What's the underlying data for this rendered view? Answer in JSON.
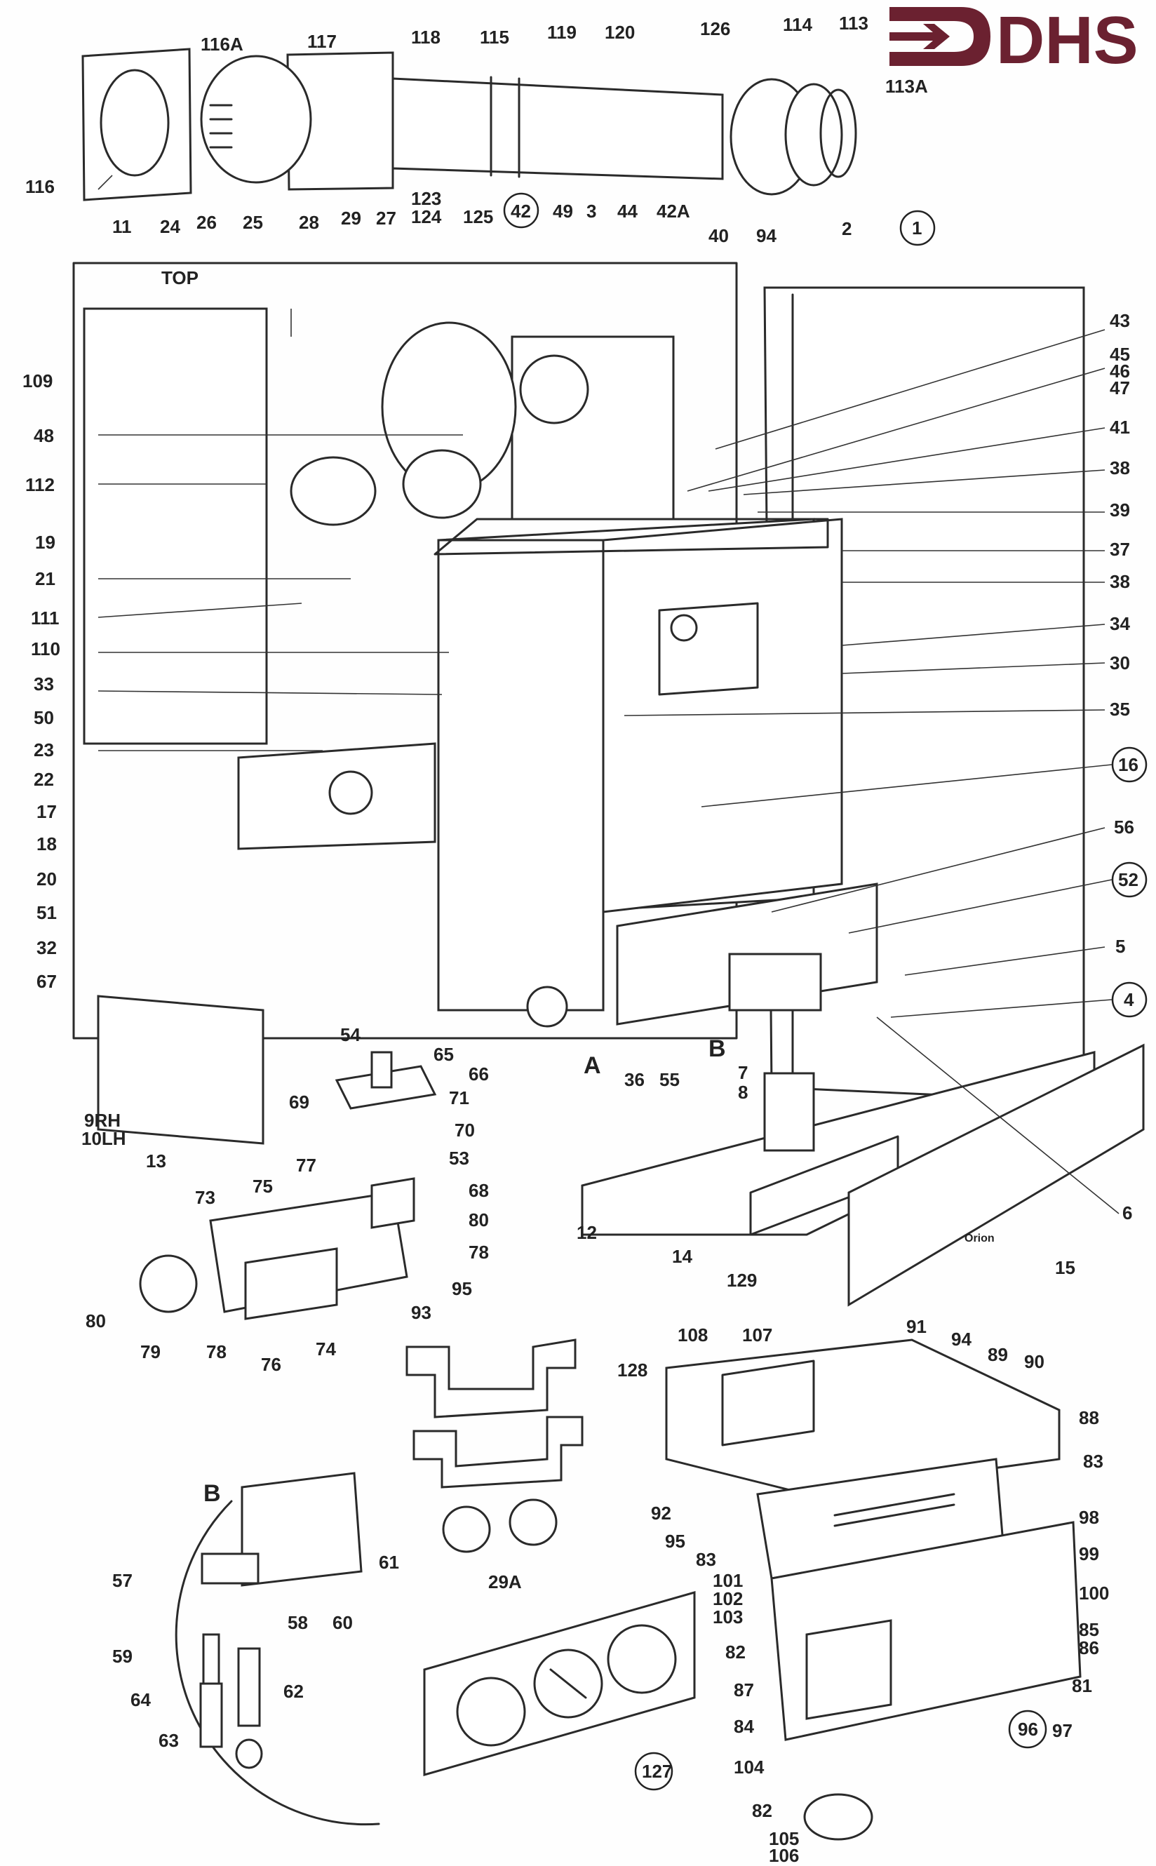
{
  "logo": {
    "text": "DHS",
    "color": "#6b2130"
  },
  "labels": [
    {
      "id": "l116A",
      "text": "116A"
    },
    {
      "id": "l117",
      "text": "117"
    },
    {
      "id": "l118",
      "text": "118"
    },
    {
      "id": "l115",
      "text": "115"
    },
    {
      "id": "l119",
      "text": "119"
    },
    {
      "id": "l120",
      "text": "120"
    },
    {
      "id": "l126",
      "text": "126"
    },
    {
      "id": "l114",
      "text": "114"
    },
    {
      "id": "l113",
      "text": "113"
    },
    {
      "id": "l113A",
      "text": "113A"
    },
    {
      "id": "l116",
      "text": "116"
    },
    {
      "id": "l11",
      "text": "11"
    },
    {
      "id": "l24",
      "text": "24"
    },
    {
      "id": "l26",
      "text": "26"
    },
    {
      "id": "l25",
      "text": "25"
    },
    {
      "id": "l28",
      "text": "28"
    },
    {
      "id": "l29",
      "text": "29"
    },
    {
      "id": "l27",
      "text": "27"
    },
    {
      "id": "l123",
      "text": "123"
    },
    {
      "id": "l124",
      "text": "124"
    },
    {
      "id": "l125",
      "text": "125"
    },
    {
      "id": "l42",
      "text": "42"
    },
    {
      "id": "l49",
      "text": "49"
    },
    {
      "id": "l3",
      "text": "3"
    },
    {
      "id": "l44",
      "text": "44"
    },
    {
      "id": "l42A",
      "text": "42A"
    },
    {
      "id": "l40",
      "text": "40"
    },
    {
      "id": "l94a",
      "text": "94"
    },
    {
      "id": "l2",
      "text": "2"
    },
    {
      "id": "l1",
      "text": "1"
    },
    {
      "id": "l109",
      "text": "109"
    },
    {
      "id": "l48",
      "text": "48"
    },
    {
      "id": "l112",
      "text": "112"
    },
    {
      "id": "l19",
      "text": "19"
    },
    {
      "id": "l21",
      "text": "21"
    },
    {
      "id": "l111",
      "text": "111"
    },
    {
      "id": "l110",
      "text": "110"
    },
    {
      "id": "l33",
      "text": "33"
    },
    {
      "id": "l50",
      "text": "50"
    },
    {
      "id": "l23",
      "text": "23"
    },
    {
      "id": "l22",
      "text": "22"
    },
    {
      "id": "l17",
      "text": "17"
    },
    {
      "id": "l18",
      "text": "18"
    },
    {
      "id": "l20",
      "text": "20"
    },
    {
      "id": "l51",
      "text": "51"
    },
    {
      "id": "l32",
      "text": "32"
    },
    {
      "id": "l67",
      "text": "67"
    },
    {
      "id": "l54",
      "text": "54"
    },
    {
      "id": "l65",
      "text": "65"
    },
    {
      "id": "l66",
      "text": "66"
    },
    {
      "id": "lA",
      "text": "A"
    },
    {
      "id": "l36",
      "text": "36"
    },
    {
      "id": "l55",
      "text": "55"
    },
    {
      "id": "lB",
      "text": "B"
    },
    {
      "id": "l43",
      "text": "43"
    },
    {
      "id": "l45",
      "text": "45"
    },
    {
      "id": "l46",
      "text": "46"
    },
    {
      "id": "l47",
      "text": "47"
    },
    {
      "id": "l41",
      "text": "41"
    },
    {
      "id": "l38a",
      "text": "38"
    },
    {
      "id": "l39",
      "text": "39"
    },
    {
      "id": "l37",
      "text": "37"
    },
    {
      "id": "l38b",
      "text": "38"
    },
    {
      "id": "l34",
      "text": "34"
    },
    {
      "id": "l30",
      "text": "30"
    },
    {
      "id": "l35",
      "text": "35"
    },
    {
      "id": "l16",
      "text": "16"
    },
    {
      "id": "l56",
      "text": "56"
    },
    {
      "id": "l52",
      "text": "52"
    },
    {
      "id": "l5",
      "text": "5"
    },
    {
      "id": "l4",
      "text": "4"
    },
    {
      "id": "l6",
      "text": "6"
    },
    {
      "id": "l7",
      "text": "7"
    },
    {
      "id": "l8",
      "text": "8"
    },
    {
      "id": "l9RH",
      "text": "9RH"
    },
    {
      "id": "l10LH",
      "text": "10LH"
    },
    {
      "id": "l13",
      "text": "13"
    },
    {
      "id": "l69",
      "text": "69"
    },
    {
      "id": "l71",
      "text": "71"
    },
    {
      "id": "l70",
      "text": "70"
    },
    {
      "id": "l53",
      "text": "53"
    },
    {
      "id": "l68",
      "text": "68"
    },
    {
      "id": "l80a",
      "text": "80"
    },
    {
      "id": "l77",
      "text": "77"
    },
    {
      "id": "l73",
      "text": "73"
    },
    {
      "id": "l75",
      "text": "75"
    },
    {
      "id": "l78a",
      "text": "78"
    },
    {
      "id": "l95a",
      "text": "95"
    },
    {
      "id": "l93",
      "text": "93"
    },
    {
      "id": "l80b",
      "text": "80"
    },
    {
      "id": "l79",
      "text": "79"
    },
    {
      "id": "l78b",
      "text": "78"
    },
    {
      "id": "l76",
      "text": "76"
    },
    {
      "id": "l74",
      "text": "74"
    },
    {
      "id": "l12",
      "text": "12"
    },
    {
      "id": "l14",
      "text": "14"
    },
    {
      "id": "l129",
      "text": "129"
    },
    {
      "id": "l15",
      "text": "15"
    },
    {
      "id": "l128",
      "text": "128"
    },
    {
      "id": "l29A",
      "text": "29A"
    },
    {
      "id": "l108",
      "text": "108"
    },
    {
      "id": "l107",
      "text": "107"
    },
    {
      "id": "l91",
      "text": "91"
    },
    {
      "id": "l94b",
      "text": "94"
    },
    {
      "id": "l89",
      "text": "89"
    },
    {
      "id": "l90",
      "text": "90"
    },
    {
      "id": "l88",
      "text": "88"
    },
    {
      "id": "l83a",
      "text": "83"
    },
    {
      "id": "l98",
      "text": "98"
    },
    {
      "id": "l92",
      "text": "92"
    },
    {
      "id": "l95b",
      "text": "95"
    },
    {
      "id": "l83b",
      "text": "83"
    },
    {
      "id": "l99",
      "text": "99"
    },
    {
      "id": "l101",
      "text": "101"
    },
    {
      "id": "l102",
      "text": "102"
    },
    {
      "id": "l103",
      "text": "103"
    },
    {
      "id": "l100",
      "text": "100"
    },
    {
      "id": "l82a",
      "text": "82"
    },
    {
      "id": "l85",
      "text": "85"
    },
    {
      "id": "l86",
      "text": "86"
    },
    {
      "id": "l87",
      "text": "87"
    },
    {
      "id": "l81",
      "text": "81"
    },
    {
      "id": "l84",
      "text": "84"
    },
    {
      "id": "l97",
      "text": "97"
    },
    {
      "id": "l96",
      "text": "96"
    },
    {
      "id": "l104",
      "text": "104"
    },
    {
      "id": "l82b",
      "text": "82"
    },
    {
      "id": "l105",
      "text": "105"
    },
    {
      "id": "l106",
      "text": "106"
    },
    {
      "id": "l127",
      "text": "127"
    },
    {
      "id": "lB2",
      "text": "B"
    },
    {
      "id": "l57",
      "text": "57"
    },
    {
      "id": "l58",
      "text": "58"
    },
    {
      "id": "l60",
      "text": "60"
    },
    {
      "id": "l61",
      "text": "61"
    },
    {
      "id": "l59",
      "text": "59"
    },
    {
      "id": "l62",
      "text": "62"
    },
    {
      "id": "l64",
      "text": "64"
    },
    {
      "id": "l63",
      "text": "63"
    }
  ],
  "panel_text": {
    "top_mark": "TOP",
    "case_brand": "Orion"
  }
}
